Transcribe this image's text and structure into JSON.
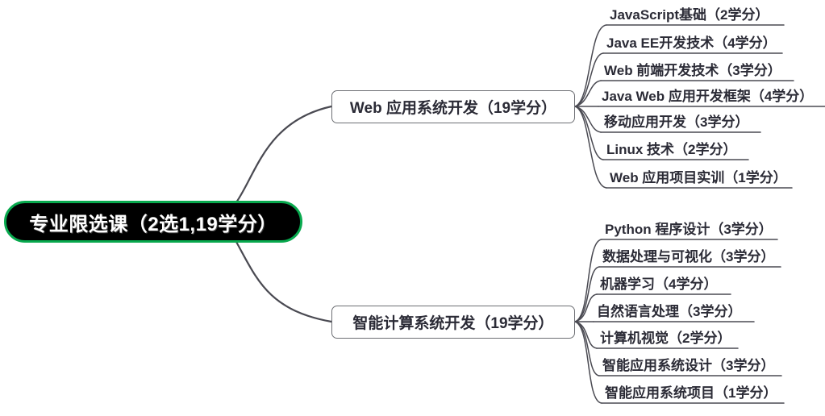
{
  "diagram": {
    "type": "mind-map",
    "background_color": "#ffffff",
    "root": {
      "label": "专业限选课（2选1,19学分）",
      "fill_color": "#000000",
      "border_color": "#08a94e",
      "text_color": "#ffffff"
    },
    "edge_color": "#4a4a52",
    "branches": [
      {
        "label": "Web 应用系统开发（19学分）",
        "fill_color": "#ffffff",
        "border_color": "#6d6f74",
        "text_color": "#2b2b36",
        "leaves": [
          {
            "label": "JavaScript基础（2学分）"
          },
          {
            "label": "Java EE开发技术（4学分）"
          },
          {
            "label": "Web 前端开发技术（3学分）"
          },
          {
            "label": "Java Web 应用开发框架（4学分）"
          },
          {
            "label": "移动应用开发（3学分）"
          },
          {
            "label": "Linux 技术（2学分）"
          },
          {
            "label": "Web 应用项目实训（1学分）"
          }
        ]
      },
      {
        "label": "智能计算系统开发（19学分）",
        "fill_color": "#ffffff",
        "border_color": "#6d6f74",
        "text_color": "#2b2b36",
        "leaves": [
          {
            "label": "Python 程序设计（3学分）"
          },
          {
            "label": "数据处理与可视化（3学分）"
          },
          {
            "label": "机器学习（4学分）"
          },
          {
            "label": "自然语言处理（3学分）"
          },
          {
            "label": "计算机视觉（2学分）"
          },
          {
            "label": "智能应用系统设计（3学分）"
          },
          {
            "label": "智能应用系统项目（1学分）"
          }
        ]
      }
    ]
  }
}
